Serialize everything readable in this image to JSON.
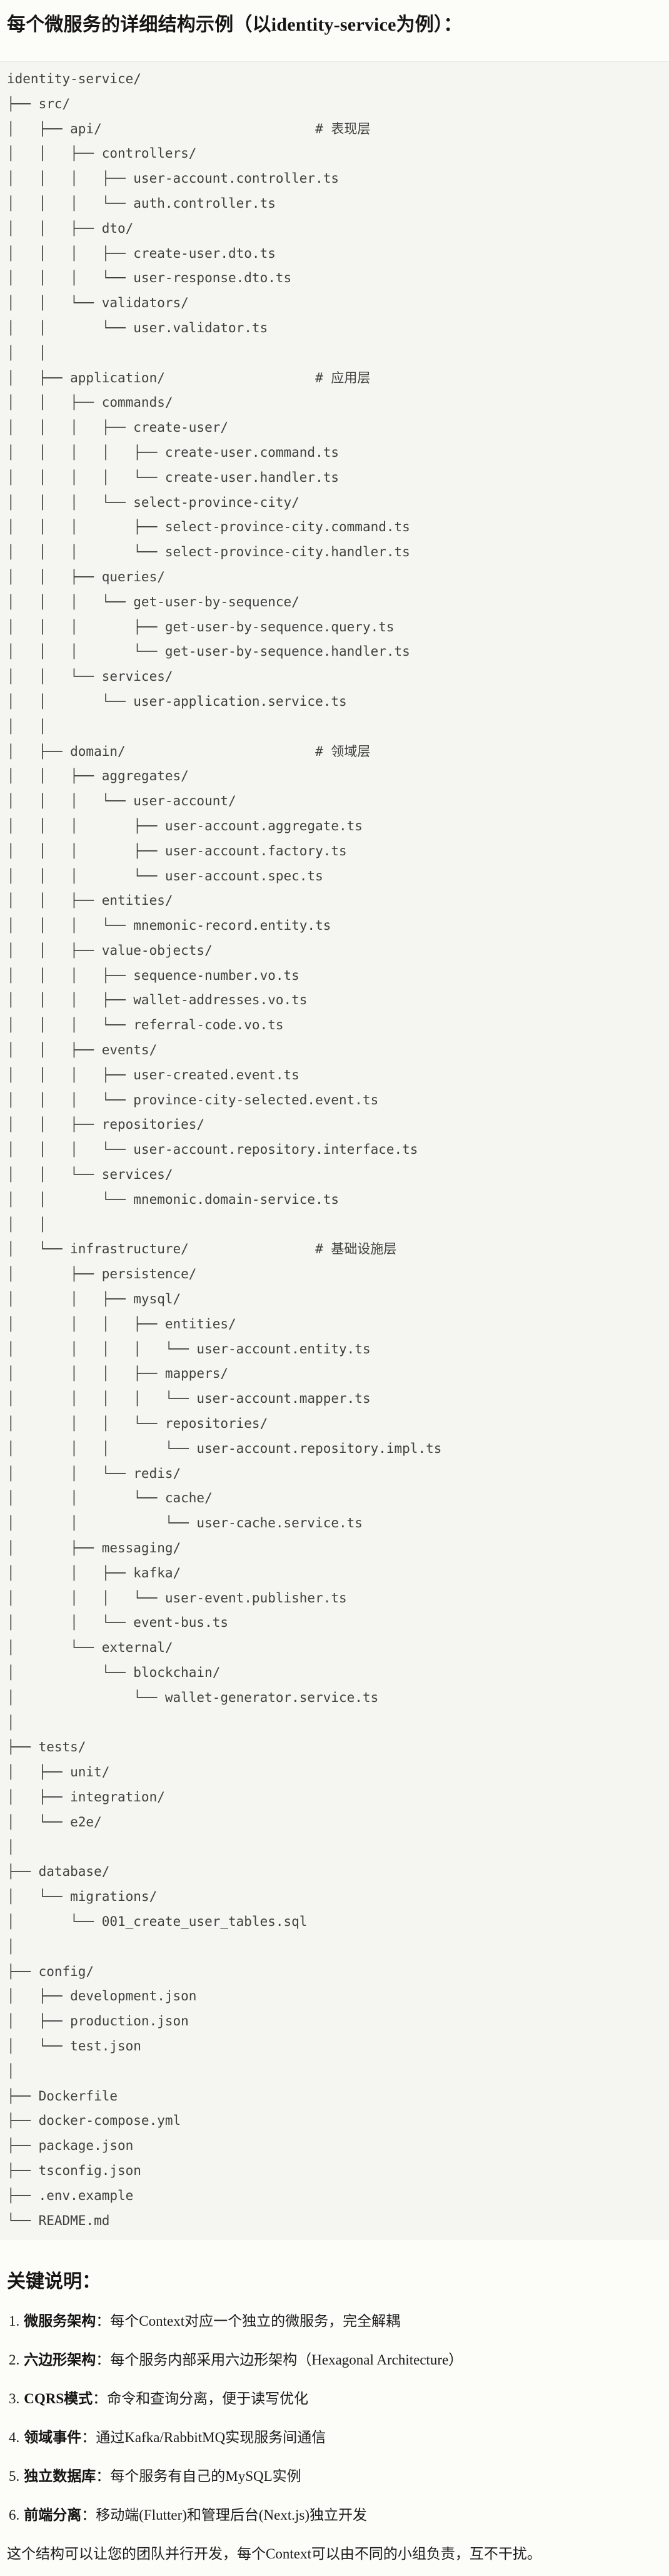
{
  "page": {
    "title": "每个微服务的详细结构示例（以identity-service为例）："
  },
  "colors": {
    "page_background": "#fcfcf9",
    "code_background": "#f5f5f2",
    "code_border": "#e9e8e4",
    "code_text": "#40403d",
    "body_text": "#1a1917"
  },
  "tree": {
    "lines": [
      "identity-service/",
      "├── src/",
      "│   ├── api/                           # 表现层",
      "│   │   ├── controllers/",
      "│   │   │   ├── user-account.controller.ts",
      "│   │   │   └── auth.controller.ts",
      "│   │   ├── dto/",
      "│   │   │   ├── create-user.dto.ts",
      "│   │   │   └── user-response.dto.ts",
      "│   │   └── validators/",
      "│   │       └── user.validator.ts",
      "│   │",
      "│   ├── application/                   # 应用层",
      "│   │   ├── commands/",
      "│   │   │   ├── create-user/",
      "│   │   │   │   ├── create-user.command.ts",
      "│   │   │   │   └── create-user.handler.ts",
      "│   │   │   └── select-province-city/",
      "│   │   │       ├── select-province-city.command.ts",
      "│   │   │       └── select-province-city.handler.ts",
      "│   │   ├── queries/",
      "│   │   │   └── get-user-by-sequence/",
      "│   │   │       ├── get-user-by-sequence.query.ts",
      "│   │   │       └── get-user-by-sequence.handler.ts",
      "│   │   └── services/",
      "│   │       └── user-application.service.ts",
      "│   │",
      "│   ├── domain/                        # 领域层",
      "│   │   ├── aggregates/",
      "│   │   │   └── user-account/",
      "│   │   │       ├── user-account.aggregate.ts",
      "│   │   │       ├── user-account.factory.ts",
      "│   │   │       └── user-account.spec.ts",
      "│   │   ├── entities/",
      "│   │   │   └── mnemonic-record.entity.ts",
      "│   │   ├── value-objects/",
      "│   │   │   ├── sequence-number.vo.ts",
      "│   │   │   ├── wallet-addresses.vo.ts",
      "│   │   │   └── referral-code.vo.ts",
      "│   │   ├── events/",
      "│   │   │   ├── user-created.event.ts",
      "│   │   │   └── province-city-selected.event.ts",
      "│   │   ├── repositories/",
      "│   │   │   └── user-account.repository.interface.ts",
      "│   │   └── services/",
      "│   │       └── mnemonic.domain-service.ts",
      "│   │",
      "│   └── infrastructure/                # 基础设施层",
      "│       ├── persistence/",
      "│       │   ├── mysql/",
      "│       │   │   ├── entities/",
      "│       │   │   │   └── user-account.entity.ts",
      "│       │   │   ├── mappers/",
      "│       │   │   │   └── user-account.mapper.ts",
      "│       │   │   └── repositories/",
      "│       │   │       └── user-account.repository.impl.ts",
      "│       │   └── redis/",
      "│       │       └── cache/",
      "│       │           └── user-cache.service.ts",
      "│       ├── messaging/",
      "│       │   ├── kafka/",
      "│       │   │   └── user-event.publisher.ts",
      "│       │   └── event-bus.ts",
      "│       └── external/",
      "│           └── blockchain/",
      "│               └── wallet-generator.service.ts",
      "│",
      "├── tests/",
      "│   ├── unit/",
      "│   ├── integration/",
      "│   └── e2e/",
      "│",
      "├── database/",
      "│   └── migrations/",
      "│       └── 001_create_user_tables.sql",
      "│",
      "├── config/",
      "│   ├── development.json",
      "│   ├── production.json",
      "│   └── test.json",
      "│",
      "├── Dockerfile",
      "├── docker-compose.yml",
      "├── package.json",
      "├── tsconfig.json",
      "├── .env.example",
      "└── README.md"
    ]
  },
  "notes": {
    "heading": "关键说明：",
    "items": [
      {
        "num": "1.",
        "label": "微服务架构",
        "sep": "：",
        "text": "每个Context对应一个独立的微服务，完全解耦"
      },
      {
        "num": "2.",
        "label": "六边形架构",
        "sep": "：",
        "text": "每个服务内部采用六边形架构（Hexagonal Architecture）"
      },
      {
        "num": "3.",
        "label": "CQRS模式",
        "sep": "：",
        "text": "命令和查询分离，便于读写优化"
      },
      {
        "num": "4.",
        "label": "领域事件",
        "sep": "：",
        "text": "通过Kafka/RabbitMQ实现服务间通信"
      },
      {
        "num": "5.",
        "label": "独立数据库",
        "sep": "：",
        "text": "每个服务有自己的MySQL实例"
      },
      {
        "num": "6.",
        "label": "前端分离",
        "sep": "：",
        "text": "移动端(Flutter)和管理后台(Next.js)独立开发"
      }
    ],
    "footer": "这个结构可以让您的团队并行开发，每个Context可以由不同的小组负责，互不干扰。"
  }
}
